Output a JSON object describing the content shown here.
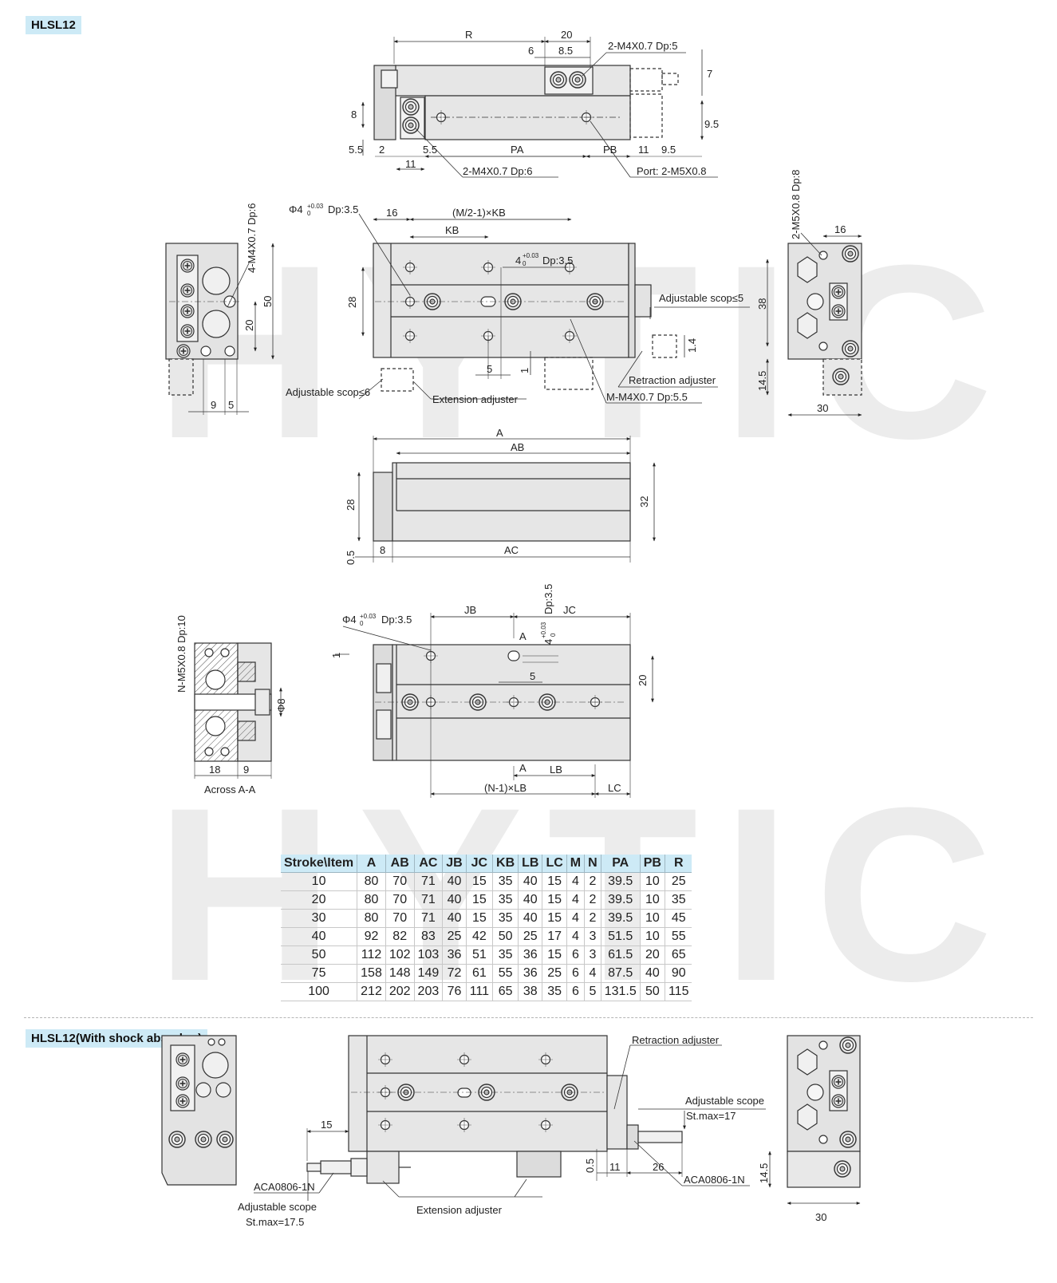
{
  "section_titles": {
    "top": "HLSL12",
    "bottom": "HLSL12(With shock absorber)"
  },
  "watermark": "HYTIC",
  "top_view": {
    "dims": [
      "R",
      "20",
      "6",
      "8.5",
      "2-M4X0.7 Dp:5",
      "7",
      "8",
      "5.5",
      "2",
      "5.5",
      "11",
      "PA",
      "PB",
      "11",
      "9.5",
      "9.5"
    ],
    "callouts": {
      "tap_bottom": "2-M4X0.7 Dp:6",
      "port": "Port: 2-M5X0.8"
    }
  },
  "front_view": {
    "dims": [
      "16",
      "(M/2-1)×KB",
      "KB",
      "28",
      "5",
      "1",
      "1.4"
    ],
    "phi_dp": "Dp:3.5",
    "pin_hole": "4",
    "pin_hole_dp": "Dp:3.5",
    "callouts": {
      "adjustable_right": "Adjustable scop≤5",
      "retraction": "Retraction adjuster",
      "adjustable_left": "Adjustable scop≤6",
      "extension": "Extension adjuster",
      "m_tap": "M-M4X0.7 Dp:5.5"
    }
  },
  "left_end_view": {
    "dims": [
      "4-M4X0.7 Dp:6",
      "50",
      "20",
      "9",
      "5"
    ]
  },
  "right_end_view": {
    "dims": [
      "2-M5X0.8 Dp:8",
      "16",
      "38",
      "14.5",
      "30"
    ]
  },
  "side_view": {
    "dims": [
      "A",
      "AB",
      "28",
      "32",
      "0.5",
      "8",
      "AC"
    ]
  },
  "bottom_view": {
    "dims": [
      "JB",
      "JC",
      "A",
      "1",
      "5",
      "20",
      "A",
      "LB",
      "(N-1)×LB",
      "LC"
    ],
    "phi_dp": "Dp:3.5",
    "vert_tol": "4",
    "vert_dp": "Dp:3.5"
  },
  "section_view": {
    "title": "Across A-A",
    "dims": [
      "N-M5X0.8 Dp:10",
      "Φ8",
      "18",
      "9"
    ]
  },
  "spec_table": {
    "headers": [
      "Stroke\\Item",
      "A",
      "AB",
      "AC",
      "JB",
      "JC",
      "KB",
      "LB",
      "LC",
      "M",
      "N",
      "PA",
      "PB",
      "R"
    ],
    "rows": [
      [
        "10",
        "80",
        "70",
        "71",
        "40",
        "15",
        "35",
        "40",
        "15",
        "4",
        "2",
        "39.5",
        "10",
        "25"
      ],
      [
        "20",
        "80",
        "70",
        "71",
        "40",
        "15",
        "35",
        "40",
        "15",
        "4",
        "2",
        "39.5",
        "10",
        "35"
      ],
      [
        "30",
        "80",
        "70",
        "71",
        "40",
        "15",
        "35",
        "40",
        "15",
        "4",
        "2",
        "39.5",
        "10",
        "45"
      ],
      [
        "40",
        "92",
        "82",
        "83",
        "25",
        "42",
        "50",
        "25",
        "17",
        "4",
        "3",
        "51.5",
        "10",
        "55"
      ],
      [
        "50",
        "112",
        "102",
        "103",
        "36",
        "51",
        "35",
        "36",
        "15",
        "6",
        "3",
        "61.5",
        "20",
        "65"
      ],
      [
        "75",
        "158",
        "148",
        "149",
        "72",
        "61",
        "55",
        "36",
        "25",
        "6",
        "4",
        "87.5",
        "40",
        "90"
      ],
      [
        "100",
        "212",
        "202",
        "203",
        "76",
        "111",
        "65",
        "38",
        "35",
        "6",
        "5",
        "131.5",
        "50",
        "115"
      ]
    ]
  },
  "shock_view": {
    "dims": [
      "15",
      "0.5",
      "11",
      "26",
      "14.5",
      "30"
    ],
    "callouts": {
      "retraction": "Retraction adjuster",
      "adj_scope": "Adjustable scope",
      "st_max_right": "St.max=17",
      "aca_right": "ACA0806-1N",
      "aca_left": "ACA0806-1N",
      "adj_scope_left": "Adjustable scope",
      "st_max_left": "St.max=17.5",
      "extension": "Extension adjuster"
    }
  },
  "colors": {
    "tag_bg": "#cdeaf6",
    "body_fill": "#e3e3e3",
    "line": "#333333",
    "watermark": "#ececec"
  }
}
